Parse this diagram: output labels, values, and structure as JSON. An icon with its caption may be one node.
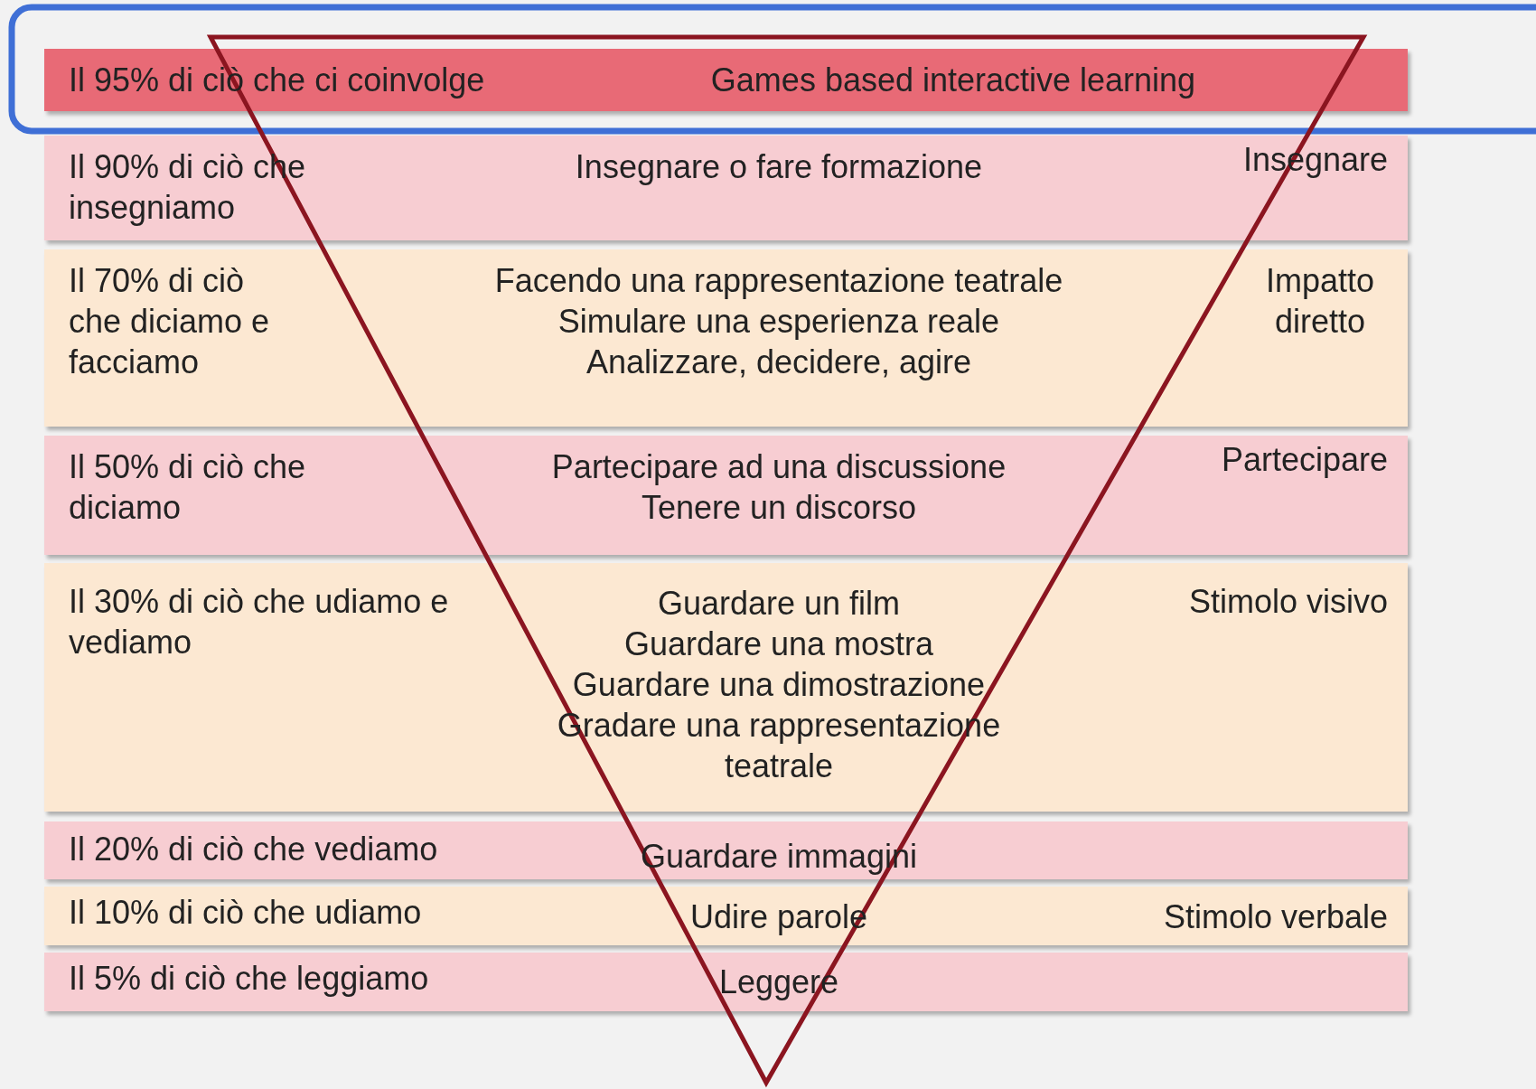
{
  "diagram": {
    "nodes": [
      {
        "text": [
          "Il 95% di ciò che ci coinvolge",
          "Games based interactive learning"
        ]
      },
      {
        "text": [
          "Il 90% di ciò che insegniamo",
          "Insegnare o fare formazione",
          "Insegnare"
        ]
      },
      {
        "text": [
          "Il 70% di ciò che diciamo e facciamo",
          "Facendo una rappresentazione teatrale",
          "Simulare una esperienza reale",
          "Analizzare, decidere, agire",
          "Impatto diretto"
        ]
      },
      {
        "text": [
          "Il 50% di ciò che diciamo",
          "Partecipare ad una discussione",
          "Tenere un discorso",
          "Partecipare"
        ]
      },
      {
        "text": [
          "Il 30% di ciò che udiamo e vediamo",
          "Guardare un film",
          "Guardare una mostra",
          "Guardare una dimostrazione",
          "Gradare una rappresentazione teatrale",
          "Stimolo visivo"
        ]
      },
      {
        "text": [
          "Il 20% di ciò che vediamo",
          "Guardare immagini"
        ]
      },
      {
        "text": [
          "Il 10% di ciò che udiamo",
          "Udire parole",
          "Stimolo verbale"
        ]
      },
      {
        "text": [
          "Il 5% di ciò che leggiamo",
          "Leggere"
        ]
      }
    ]
  }
}
